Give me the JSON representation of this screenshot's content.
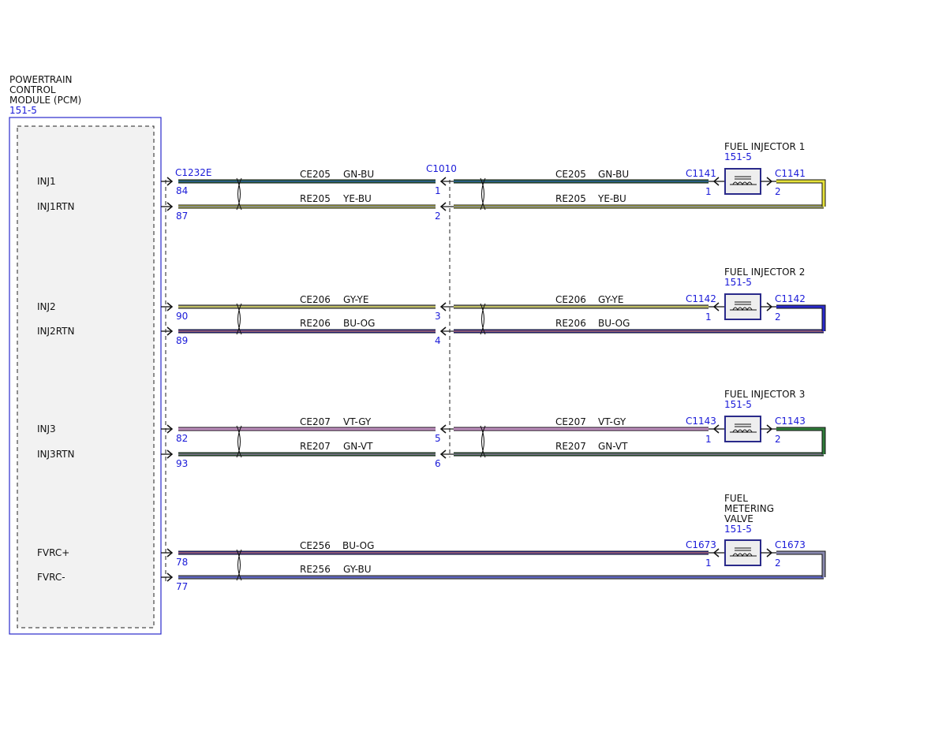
{
  "module": {
    "name_lines": [
      "POWERTRAIN",
      "CONTROL",
      "MODULE (PCM)"
    ],
    "ref": "151-5",
    "connector": "C1232E"
  },
  "inline_connector": "C1010",
  "circuits": [
    {
      "signal": {
        "label": "INJ1",
        "pcm_pin": "84",
        "c1010_pin": "1",
        "circuit": "CE205",
        "color_code": "GN-BU",
        "color_a": "#2f7d3a",
        "color_b": "#2a3bd0"
      },
      "return": {
        "label": "INJ1RTN",
        "pcm_pin": "87",
        "c1010_pin": "2",
        "circuit": "RE205",
        "color_code": "YE-BU",
        "color_a": "#e6e23a",
        "color_b": "#2a3bd0"
      },
      "component": {
        "name_lines": [
          "FUEL INJECTOR 1"
        ],
        "ref": "151-5",
        "connector": "C1141",
        "pin_in": "1",
        "pin_out": "2"
      },
      "loop_color": "#e6e23a"
    },
    {
      "signal": {
        "label": "INJ2",
        "pcm_pin": "90",
        "c1010_pin": "3",
        "circuit": "CE206",
        "color_code": "GY-YE",
        "color_a": "#9a9a8a",
        "color_b": "#e6e23a"
      },
      "return": {
        "label": "INJ2RTN",
        "pcm_pin": "89",
        "c1010_pin": "4",
        "circuit": "RE206",
        "color_code": "BU-OG",
        "color_a": "#2a2acc",
        "color_b": "#f08a1a"
      },
      "component": {
        "name_lines": [
          "FUEL INJECTOR 2"
        ],
        "ref": "151-5",
        "connector": "C1142",
        "pin_in": "1",
        "pin_out": "2"
      },
      "loop_color": "#2a2acc"
    },
    {
      "signal": {
        "label": "INJ3",
        "pcm_pin": "82",
        "c1010_pin": "5",
        "circuit": "CE207",
        "color_code": "VT-GY",
        "color_a": "#e08ce0",
        "color_b": "#9a9a9a"
      },
      "return": {
        "label": "INJ3RTN",
        "pcm_pin": "93",
        "c1010_pin": "6",
        "circuit": "RE207",
        "color_code": "GN-VT",
        "color_a": "#2f7d3a",
        "color_b": "#b05cc0"
      },
      "component": {
        "name_lines": [
          "FUEL INJECTOR 3"
        ],
        "ref": "151-5",
        "connector": "C1143",
        "pin_in": "1",
        "pin_out": "2"
      },
      "loop_color": "#2f7d3a"
    },
    {
      "signal": {
        "label": "FVRC+",
        "pcm_pin": "78",
        "c1010_pin": "",
        "circuit": "CE256",
        "color_code": "BU-OG",
        "color_a": "#2a2acc",
        "color_b": "#f08a1a"
      },
      "return": {
        "label": "FVRC-",
        "pcm_pin": "77",
        "c1010_pin": "",
        "circuit": "RE256",
        "color_code": "GY-BU",
        "color_a": "#8a8ab0",
        "color_b": "#2a3bd0"
      },
      "component": {
        "name_lines": [
          "FUEL",
          "METERING",
          "VALVE"
        ],
        "ref": "151-5",
        "connector": "C1673",
        "pin_in": "1",
        "pin_out": "2"
      },
      "loop_color": "#8a8ab0"
    }
  ]
}
